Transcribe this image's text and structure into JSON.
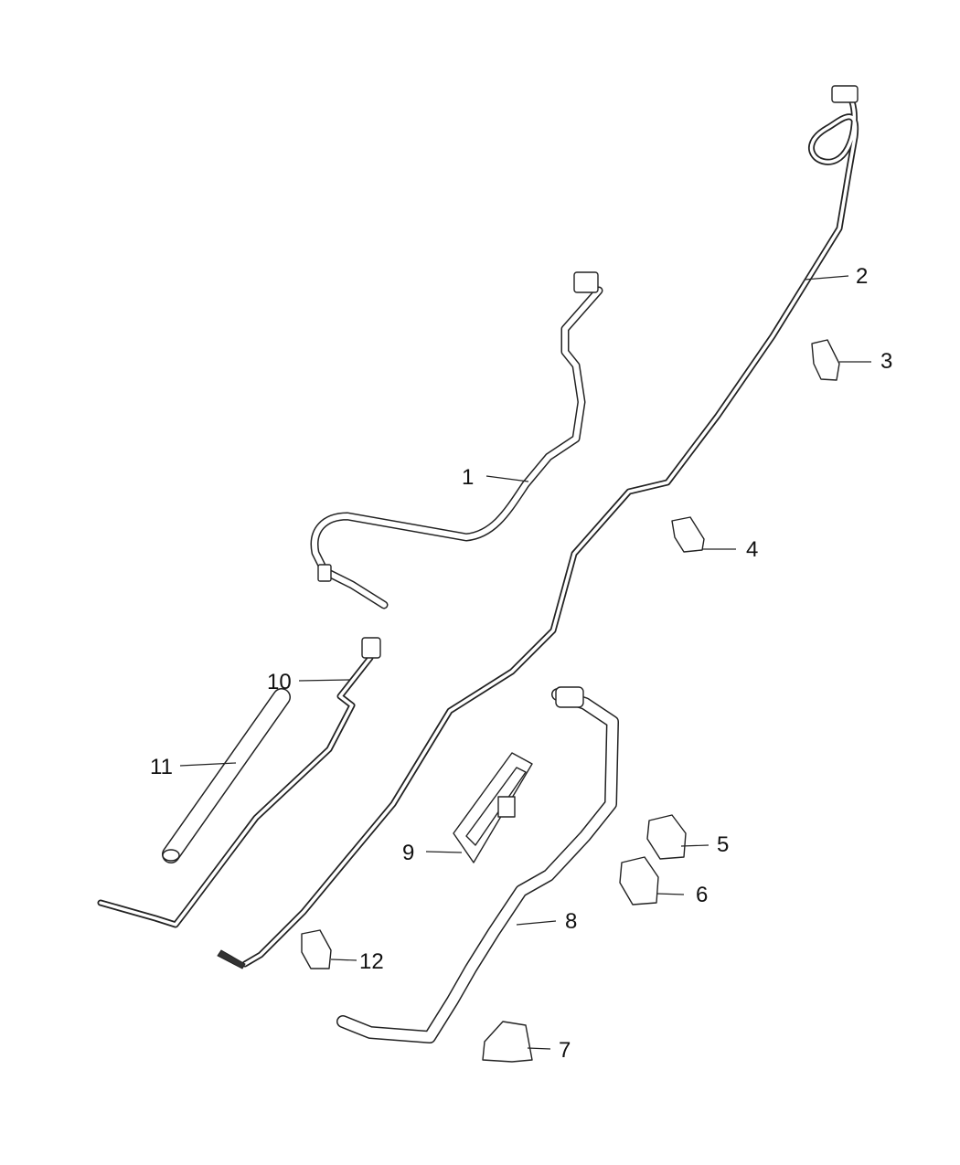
{
  "callouts": {
    "c1": "1",
    "c2": "2",
    "c3": "3",
    "c4": "4",
    "c5": "5",
    "c6": "6",
    "c7": "7",
    "c8": "8",
    "c9": "9",
    "c10": "10",
    "c11": "11",
    "c12": "12"
  },
  "colors": {
    "line": "#222222",
    "background": "#ffffff"
  }
}
